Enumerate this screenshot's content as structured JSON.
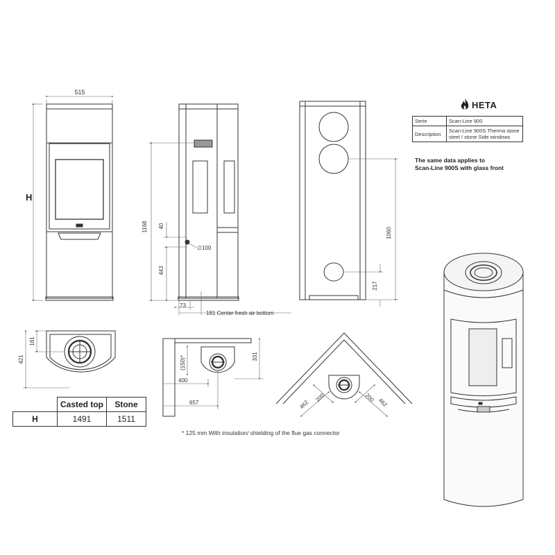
{
  "brand": {
    "logo_icon": "flame-logo-icon",
    "name": "HETA"
  },
  "info_table": [
    {
      "key": "Serie",
      "value": "Scan-Line 900"
    },
    {
      "key": "Description",
      "value": "Scan-Line 900S Therma stone steel / stone Side windows"
    }
  ],
  "note": {
    "line1": "The same data applies to",
    "line2": "Scan-Line 900S with glass front"
  },
  "front_view": {
    "width_label": "515",
    "height_label": "H"
  },
  "side_view": {
    "height_label": "1168",
    "label_40": "40",
    "label_443": "443",
    "label_flue": "∅100",
    "label_73": "73",
    "label_181": "181 Center fresh air bottom"
  },
  "back_view": {
    "label_1060": "1060",
    "label_217": "217"
  },
  "top_view": {
    "label_181": "181",
    "label_421": "421"
  },
  "wall_view": {
    "label_150": "(150)*",
    "label_331": "331",
    "label_400": "400",
    "label_657": "657"
  },
  "corner_view": {
    "label_462_left": "462",
    "label_200_left": "200",
    "label_200_right": "200",
    "label_462_right": "462"
  },
  "height_table": {
    "headers": [
      "",
      "Casted top",
      "Stone"
    ],
    "row": [
      "H",
      "1491",
      "1511"
    ]
  },
  "footnote": "* 125 mm With insulation/ shielding of the flue gas connector"
}
